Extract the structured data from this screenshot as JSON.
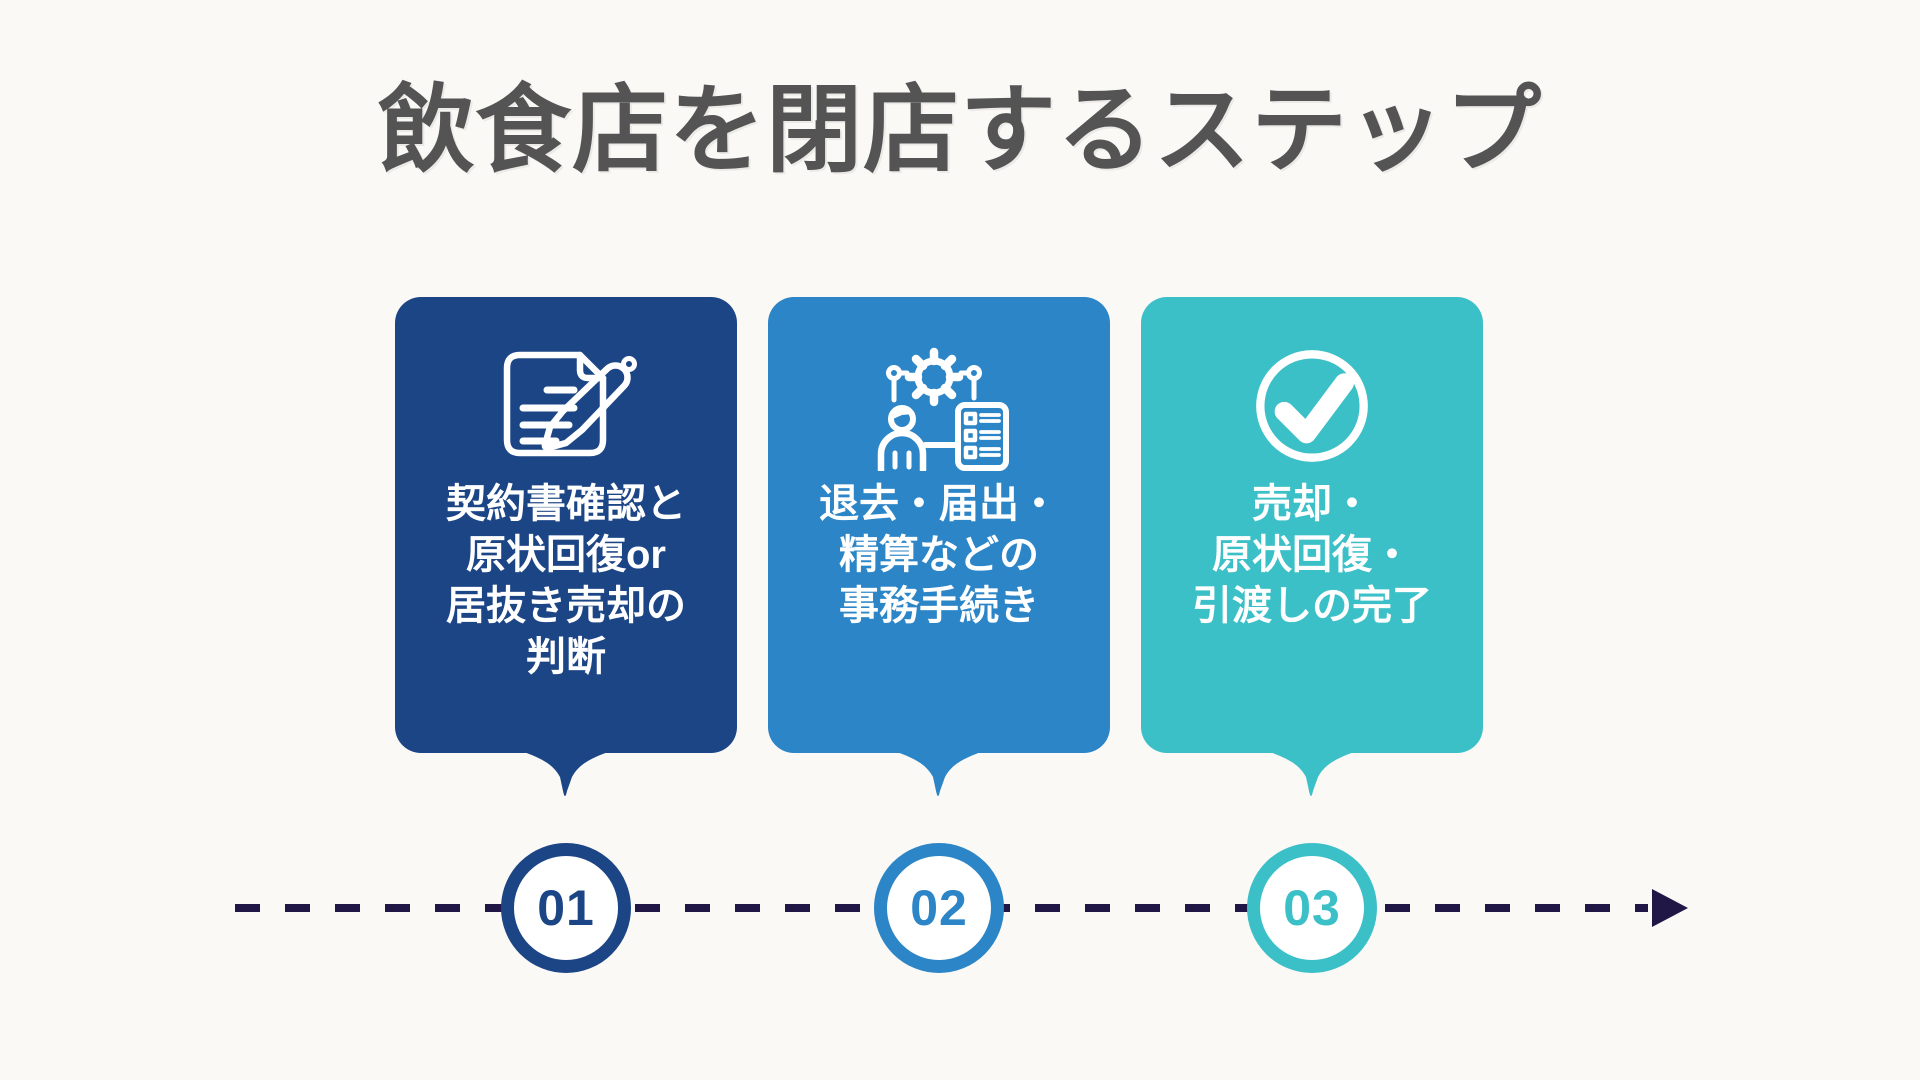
{
  "title": "飲食店を閉店するステップ",
  "colors": {
    "background": "#FBF9F6",
    "title_text": "#545454",
    "card_text": "#FFFFFF",
    "timeline": "#211747",
    "circle_fill": "#FFFFFF"
  },
  "steps": [
    {
      "number": "01",
      "color": "#1C4586",
      "icon": "document-pen-icon",
      "lines": [
        "契約書確認と",
        "原状回復or",
        "居抜き売却の",
        "判断"
      ]
    },
    {
      "number": "02",
      "color": "#2C85C6",
      "icon": "person-gear-checklist-icon",
      "lines": [
        "退去・届出・",
        "精算などの",
        "事務手続き"
      ]
    },
    {
      "number": "03",
      "color": "#3CC0C8",
      "icon": "checkmark-circle-icon",
      "lines": [
        "売却・",
        "原状回復・",
        "引渡しの完了"
      ]
    }
  ]
}
